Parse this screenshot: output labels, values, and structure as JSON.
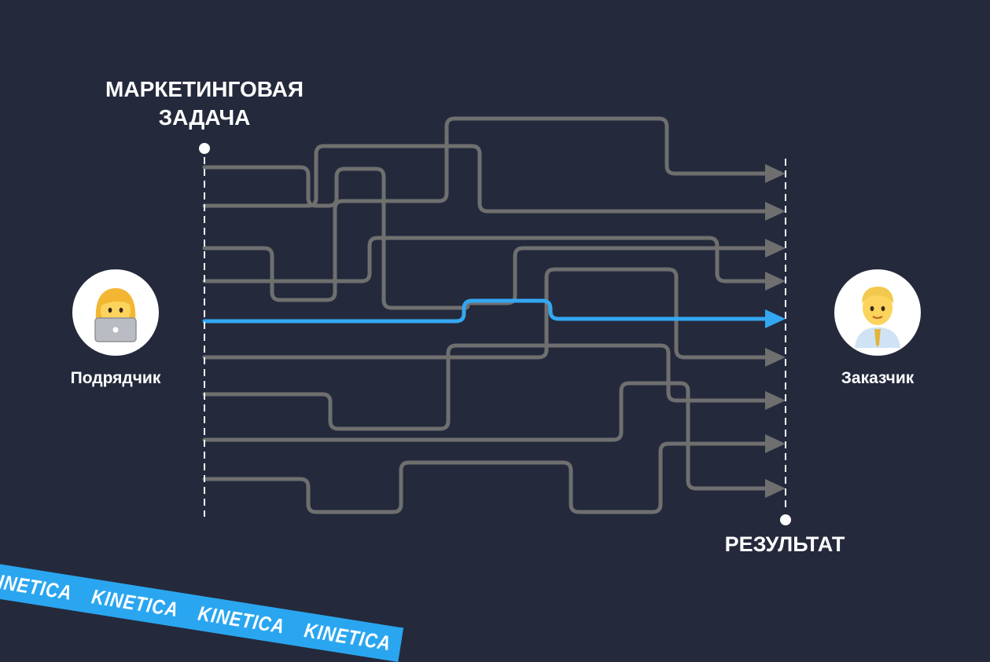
{
  "start": {
    "title_line1": "МАРКЕТИНГОВАЯ",
    "title_line2": "ЗАДАЧА"
  },
  "end": {
    "title": "РЕЗУЛЬТАТ"
  },
  "contractor": {
    "label": "Подрядчик",
    "icon": "woman-technologist-icon"
  },
  "client": {
    "label": "Заказчик",
    "icon": "man-office-worker-icon"
  },
  "ribbon": {
    "words": [
      "KINETICA",
      "KINETICA",
      "KINETICA",
      "KINETICA"
    ]
  },
  "colors": {
    "background": "#242a3c",
    "path_gray": "#6f6f6f",
    "path_highlight": "#34a7f2",
    "ribbon": "#2aa6f0",
    "text": "#ffffff"
  }
}
